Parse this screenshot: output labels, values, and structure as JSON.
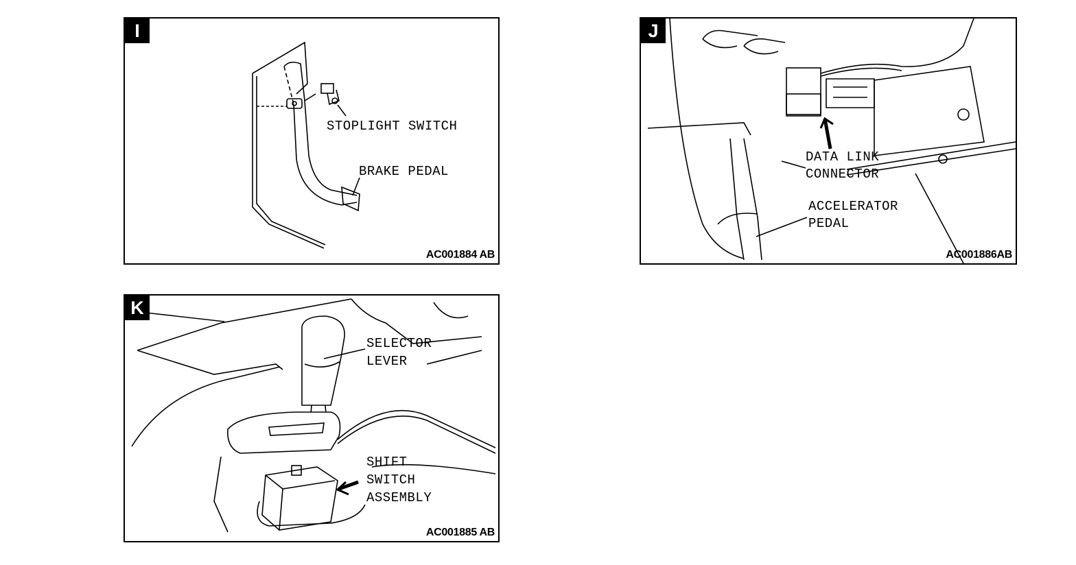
{
  "panels": {
    "i": {
      "letter": "I",
      "code": "AC001884 AB",
      "labels": {
        "stoplight_switch": "STOPLIGHT SWITCH",
        "brake_pedal": "BRAKE PEDAL"
      }
    },
    "j": {
      "letter": "J",
      "code": "AC001886AB",
      "labels": {
        "data_link_connector_1": "DATA LINK",
        "data_link_connector_2": "CONNECTOR",
        "accelerator_pedal_1": "ACCELERATOR",
        "accelerator_pedal_2": "PEDAL"
      }
    },
    "k": {
      "letter": "K",
      "code": "AC001885 AB",
      "labels": {
        "selector_lever_1": "SELECTOR",
        "selector_lever_2": "LEVER",
        "shift_switch_1": "SHIFT",
        "shift_switch_2": "SWITCH",
        "shift_switch_3": "ASSEMBLY"
      }
    }
  }
}
